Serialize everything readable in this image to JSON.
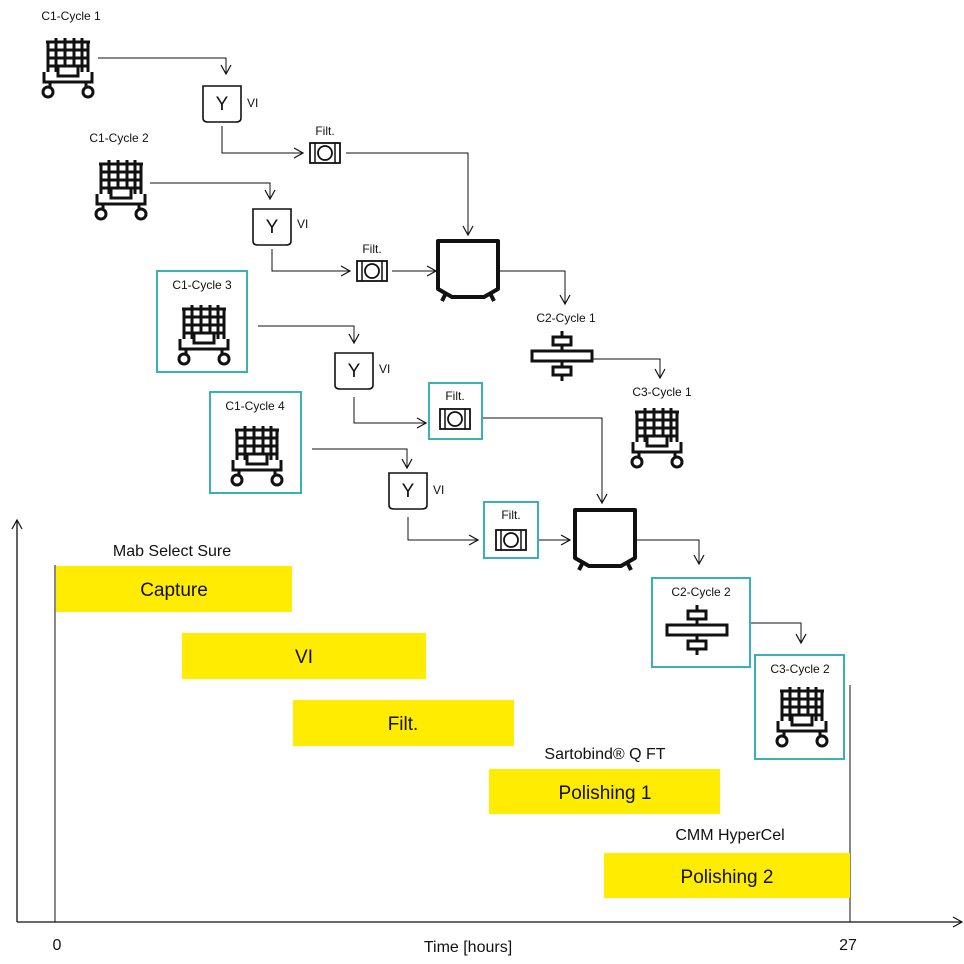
{
  "colors": {
    "bar": "#ffec00",
    "highlight": "#3ab0b9",
    "ink": "#111111"
  },
  "units": {
    "c1_1": "C1-Cycle 1",
    "c1_2": "C1-Cycle 2",
    "c1_3": "C1-Cycle 3",
    "c1_4": "C1-Cycle 4",
    "c2_1": "C2-Cycle 1",
    "c2_2": "C2-Cycle 2",
    "c3_1": "C3-Cycle 1",
    "c3_2": "C3-Cycle 2"
  },
  "vi_mark": "Y",
  "vi_label": "VI",
  "filt_label": "Filt.",
  "icons": {
    "column": "chromatography-column-skid-icon",
    "vi": "viral-inactivation-vessel-icon",
    "filter": "filter-cartridge-icon",
    "tank": "hold-tank-icon",
    "membrane": "membrane-adsorber-icon"
  },
  "timeline": {
    "origin_label": "0",
    "end_label": "27",
    "axis_title": "Time [hours]",
    "bars": [
      {
        "label": "Capture",
        "resin": "Mab Select Sure"
      },
      {
        "label": "VI",
        "resin": ""
      },
      {
        "label": "Filt.",
        "resin": ""
      },
      {
        "label": "Polishing 1",
        "resin": "Sartobind® Q FT"
      },
      {
        "label": "Polishing 2",
        "resin": "CMM HyperCel"
      }
    ]
  }
}
